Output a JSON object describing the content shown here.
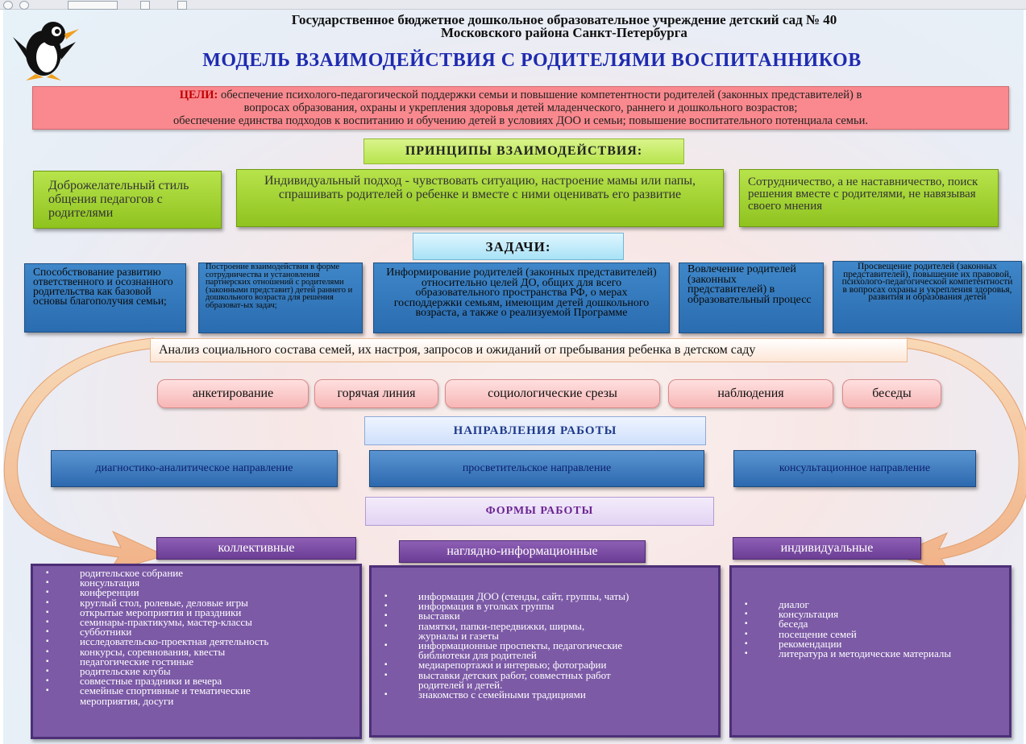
{
  "header": {
    "line1": "Государственное  бюджетное  дошкольное образовательное учреждение детский сад № 40",
    "line2": "Московского района Санкт-Петербурга",
    "title": "МОДЕЛЬ ВЗАИМОДЕЙСТВИЯ С РОДИТЕЛЯМИ ВОСПИТАННИКОВ"
  },
  "goals": {
    "label": "ЦЕЛИ:",
    "line1": " обеспечение психолого-педагогической поддержки семьи и повышение компетентности родителей (законных представителей) в",
    "line2": "вопросах образования, охраны и укрепления здоровья детей младенческого, раннего и дошкольного возрастов;",
    "line3": "обеспечение единства подходов к воспитанию и обучению детей в условиях ДОО и семьи; повышение воспитательного потенциала семьи."
  },
  "principles": {
    "title": "ПРИНЦИПЫ ВЗАИМОДЕЙСТВИЯ:",
    "items": [
      "Доброжелательный стиль общения педагогов с родителями",
      "Индивидуальный подход - чувствовать ситуацию, настроение мамы или папы, спрашивать родителей о ребенке и вместе с ними оценивать его развитие",
      "Сотрудничество, а не наставничество, поиск решения вместе с родителями, не навязывая своего мнения"
    ]
  },
  "tasks": {
    "title": "ЗАДАЧИ:",
    "items": [
      "Способствование развитию ответственного и осознанного родительства как базовой основы благополучия семьи;",
      "Построение взаимодействия в форме сотрудничества и установления партнерских отношений с родителями (законными представит) детей раннего и дошкольного возраста для решения образоват-ых задач;",
      "Информирование родителей (законных представителей) относительно целей ДО, общих для всего образовательного пространства РФ, о мерах господдержки семьям, имеющим детей дошкольного возраста, а также о реализуемой Программе",
      "Вовлечение родителей (законных представителей) в образовательный процесс",
      "Просвещение родителей (законных представителей), повышение их правовой, психолого-педагогической компетентности в вопросах охраны и укрепления здоровья, развития и образования детей"
    ]
  },
  "analysis": "Анализ социального состава семей, их настроя, запросов и ожиданий от пребывания ребенка в детском саду",
  "methods": [
    "анкетирование",
    "горячая линия",
    "социологические срезы",
    "наблюдения",
    "беседы"
  ],
  "directions": {
    "title": "НАПРАВЛЕНИЯ РАБОТЫ",
    "items": [
      "диагностико-аналитическое направление",
      "просветительское направление",
      "консультационное направление"
    ]
  },
  "forms": {
    "title": "ФОРМЫ РАБОТЫ",
    "groups": [
      {
        "title": "коллективные",
        "items": [
          "родительское собрание",
          "консультация",
          "конференции",
          "круглый стол, ролевые, деловые игры",
          "открытые мероприятия и праздники",
          "семинары-практикумы, мастер-классы",
          "субботники",
          "исследовательско-проектная деятельность",
          "конкурсы, соревнования, квесты",
          "педагогические гостиные",
          "родительские клубы",
          "совместные праздники и вечера",
          "семейные спортивные и тематические мероприятия, досуги"
        ]
      },
      {
        "title": "наглядно-информационные",
        "items": [
          "информация ДОО (стенды, сайт, группы, чаты)",
          "информация в уголках группы",
          "выставки",
          "памятки, папки-передвижки, ширмы, журналы и газеты",
          "информационные проспекты, педагогические библиотеки для родителей",
          "медиарепортажи и интервью; фотографии",
          "выставки детских работ, совместных работ родителей и детей.",
          "знакомство с семейными традициями"
        ]
      },
      {
        "title": "индивидуальные",
        "items": [
          "диалог",
          "консультация",
          "беседа",
          "посещение семей",
          "рекомендации",
          "литература и методические материалы"
        ]
      }
    ]
  },
  "colors": {
    "title_blue": "#1e2bb0",
    "goals_red": "#f9898e",
    "green": "#9fd22f",
    "blue": "#2f6fb3",
    "purple": "#7c5aa6",
    "pink": "#f7b6b6",
    "arrow_orange": "#f6c38a"
  },
  "icons": {
    "logo": "penguin-logo-icon"
  }
}
